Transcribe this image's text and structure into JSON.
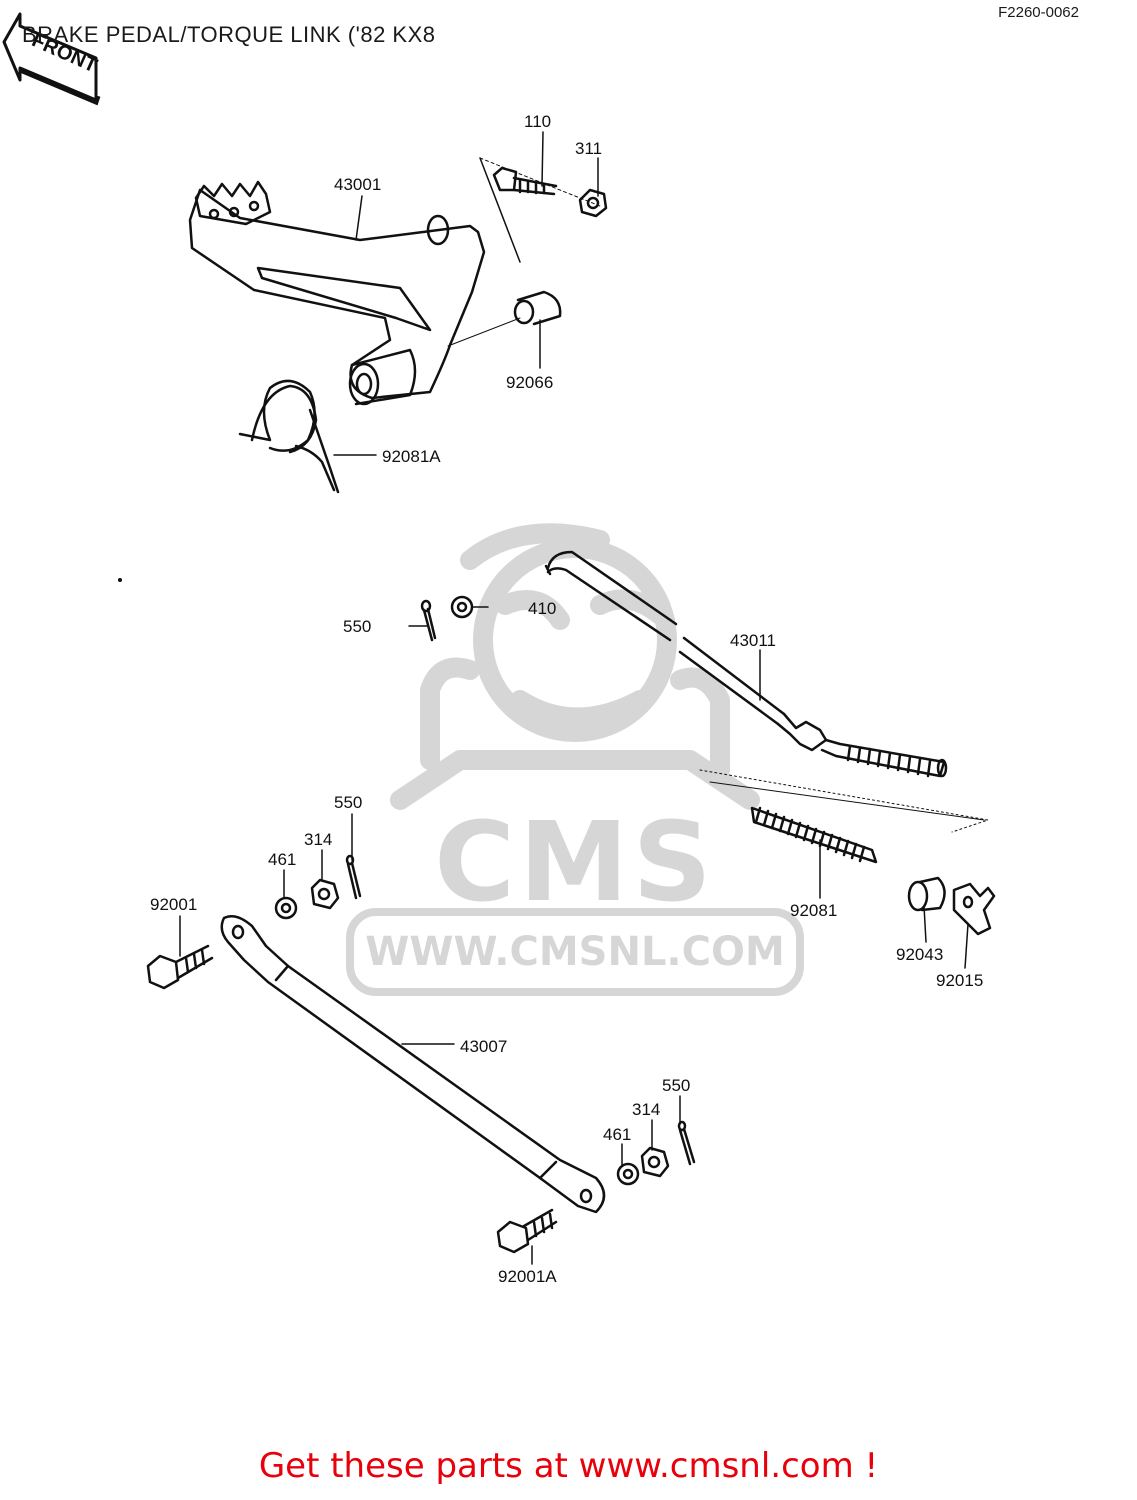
{
  "header": {
    "title": "BRAKE PEDAL/TORQUE LINK ('82 KX8",
    "diagram_code": "F2260-0062",
    "front_arrow_label": "FRONT"
  },
  "watermark": {
    "brand": "CMS",
    "url": "WWW.CMSNL.COM"
  },
  "parts": {
    "p110": "110",
    "p311": "311",
    "p43001": "43001",
    "p92066": "92066",
    "p92081A": "92081A",
    "p550_top": "550",
    "p410": "410",
    "p43011": "43011",
    "p550_mid": "550",
    "p314_mid": "314",
    "p461_mid": "461",
    "p92001": "92001",
    "p92081": "92081",
    "p92043": "92043",
    "p92015": "92015",
    "p43007": "43007",
    "p550_low": "550",
    "p314_low": "314",
    "p461_low": "461",
    "p92001A": "92001A"
  },
  "footer": {
    "link_text": "Get these parts at www.cmsnl.com !",
    "link_color": "#e8000b"
  },
  "colors": {
    "line": "#111111",
    "watermark": "#d6d6d6"
  }
}
